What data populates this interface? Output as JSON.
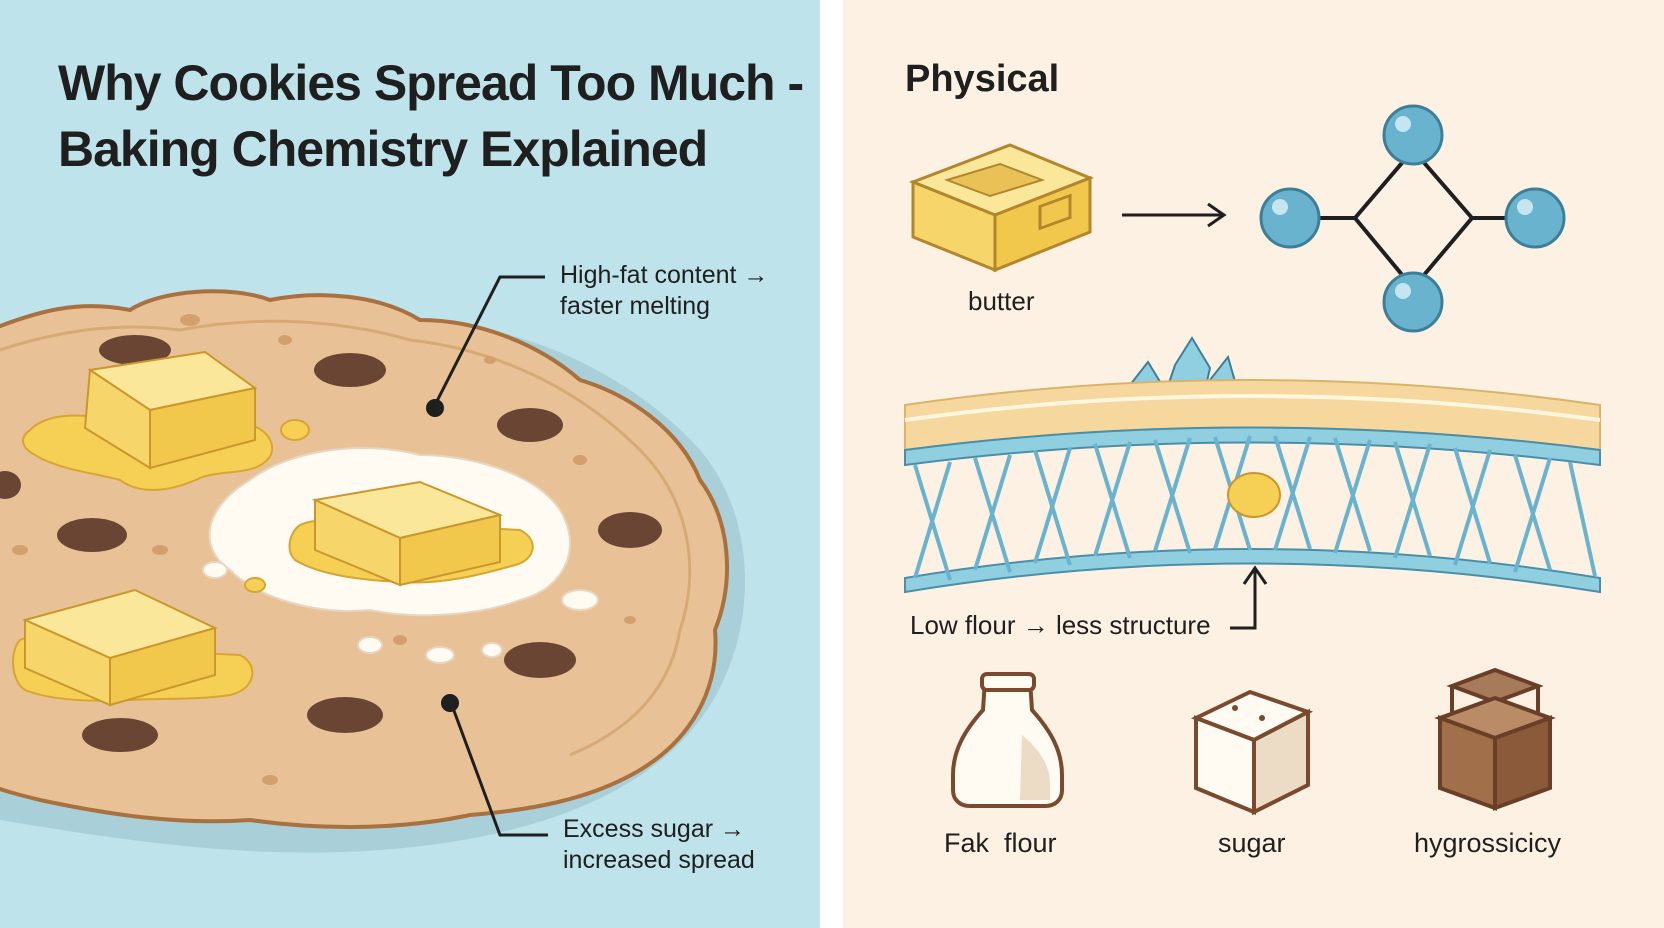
{
  "title": {
    "line1": "Why Cookies Spread Too Much -",
    "line2": "Baking Chemistry Explained"
  },
  "callouts": {
    "fat": {
      "line1": "High-fat content →",
      "line2": "faster melting"
    },
    "sugar": {
      "line1": "Excess sugar →",
      "line2": "increased spread"
    }
  },
  "physical": {
    "heading": "Physical",
    "butter_label": "butter",
    "flour_label": "Low flour → less structure"
  },
  "ingredients": [
    {
      "label": "Fak  flour",
      "icon": "milk-bottle-icon"
    },
    {
      "label": "sugar",
      "icon": "sugar-cube-icon"
    },
    {
      "label": "hygrossicicy",
      "icon": "brown-sugar-jar-icon"
    }
  ],
  "colors": {
    "left_bg": "#bfe3ea",
    "right_bg": "#fdf1e3",
    "cookie": "#e8c296",
    "butter": "#f8dc7a",
    "molecule": "#6ab3cf"
  }
}
